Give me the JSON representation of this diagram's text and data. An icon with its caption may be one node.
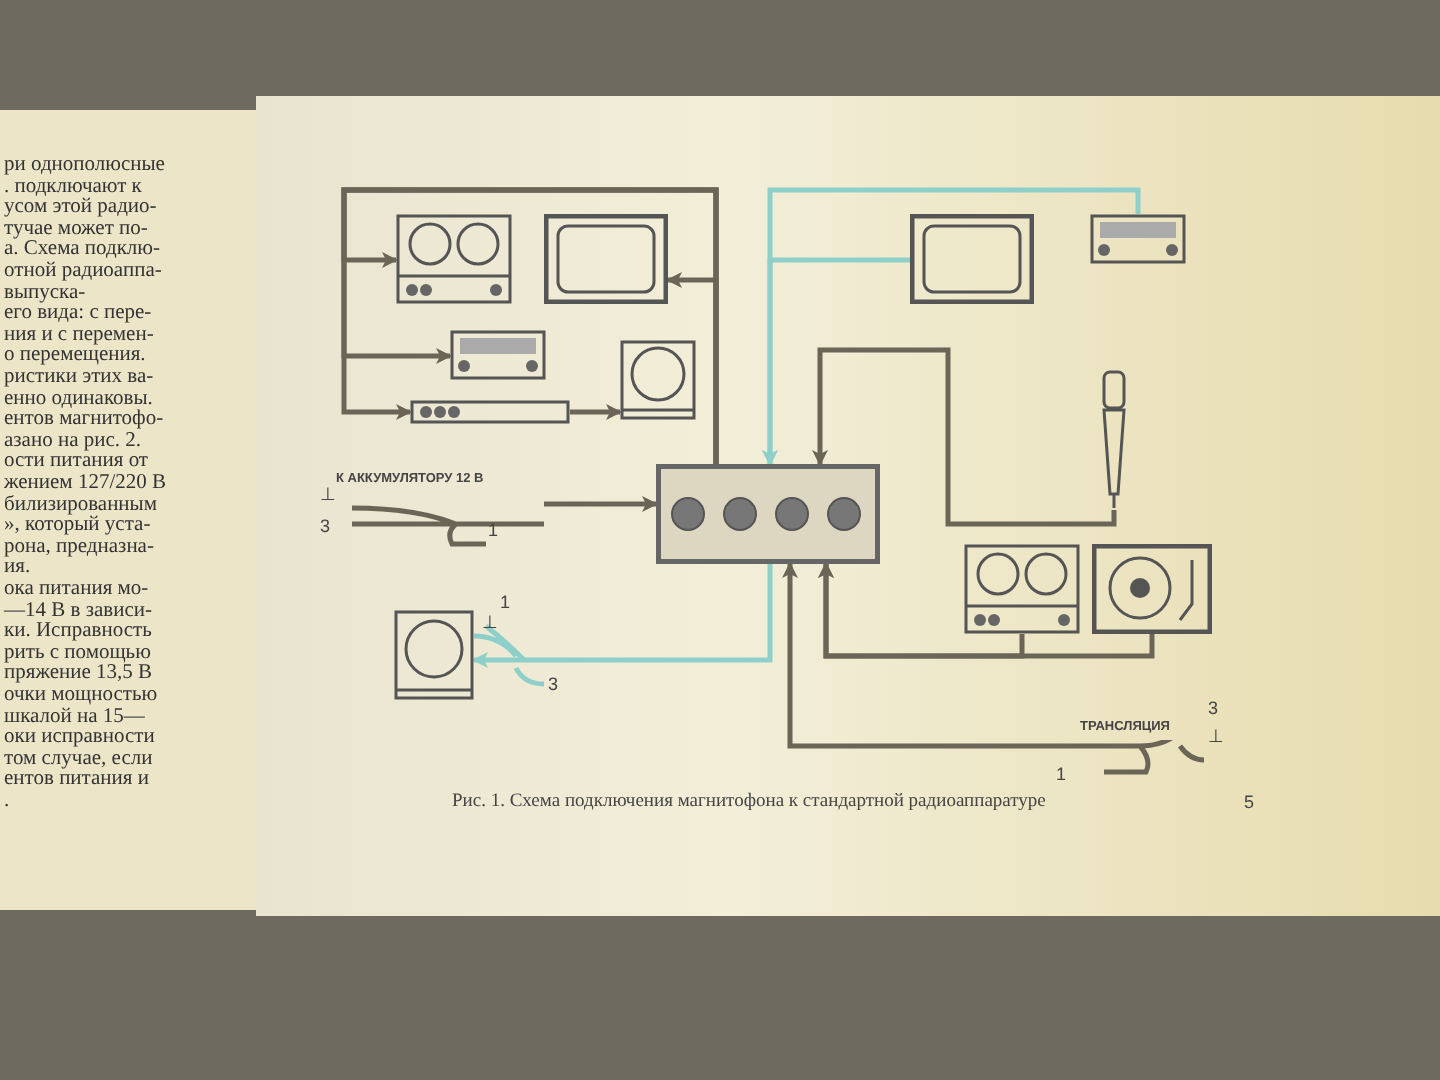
{
  "diagram": {
    "caption": "Рис. 1. Схема подключения магнитофона к стандартной радиоаппаратуре",
    "nodes": [
      {
        "text": [],
        "shape": "picture"
      },
      {
        "text": [],
        "shape": "picture"
      },
      {
        "text": [],
        "shape": "picture"
      },
      {
        "text": [],
        "shape": "picture"
      },
      {
        "text": [],
        "shape": "picture"
      },
      {
        "text": [],
        "shape": "picture"
      },
      {
        "text": [],
        "shape": "picture"
      },
      {
        "text": [],
        "shape": "picture"
      },
      {
        "text": [],
        "shape": "picture"
      },
      {
        "text": [],
        "shape": "picture"
      },
      {
        "text": [],
        "shape": "picture"
      },
      {
        "text": [],
        "shape": "picture"
      },
      {
        "text": [
          "К АККУМУЛЯТОРУ 12 В"
        ]
      },
      {
        "text": [
          "ТРАНСЛЯЦИЯ"
        ]
      }
    ],
    "edges": [
      {
        "from": 0,
        "to": 1,
        "arrow": "to"
      },
      {
        "from": 0,
        "to": 2,
        "arrow": "to"
      },
      {
        "from": 0,
        "to": 3,
        "arrow": "to"
      },
      {
        "from": 0,
        "to": 4,
        "arrow": "to"
      },
      {
        "from": 4,
        "to": 5,
        "arrow": "to"
      },
      {
        "from": 6,
        "to": 0,
        "arrow": "to",
        "color": "#8fcfca"
      },
      {
        "from": 7,
        "to": 0,
        "arrow": "to",
        "color": "#8fcfca"
      },
      {
        "from": 8,
        "to": 0,
        "arrow": "to"
      },
      {
        "from": 12,
        "to": 0,
        "arrow": "to"
      },
      {
        "from": 0,
        "to": 11,
        "arrow": "to",
        "color": "#8fcfca"
      },
      {
        "from": 13,
        "to": 0,
        "arrow": "to"
      },
      {
        "from": 9,
        "to": 0,
        "arrow": "to"
      },
      {
        "from": 10,
        "to": 0,
        "arrow": "to"
      }
    ],
    "labels": [
      "ри однополюсные",
      ". подключают к",
      "усом этой радио-",
      "тучае может по-",
      "а. Схема подклю-",
      "отной радиоаппа-",
      "выпуска-",
      "его вида: с пере-",
      "ния и с перемен-",
      "о перемещения.",
      "ристики этих ва-",
      "енно одинаковы.",
      "ентов магнитофо-",
      "азано на рис. 2.",
      "ости питания от",
      "жением 127/220 В",
      "билизированным",
      "», который уста-",
      "рона, предназна-",
      "ия.",
      "ока питания мо-",
      "—14 В в зависи-",
      "ки. Исправность",
      "рить с помощью",
      "пряжение 13,5 В",
      "очки мощностью",
      "шкалой на 15—",
      "оки исправности",
      "том случае, если",
      "ентов питания и",
      ".",
      "⊥",
      "3",
      "1",
      "1",
      "⊥",
      "3",
      "3",
      "⊥",
      "1",
      "5"
    ]
  }
}
